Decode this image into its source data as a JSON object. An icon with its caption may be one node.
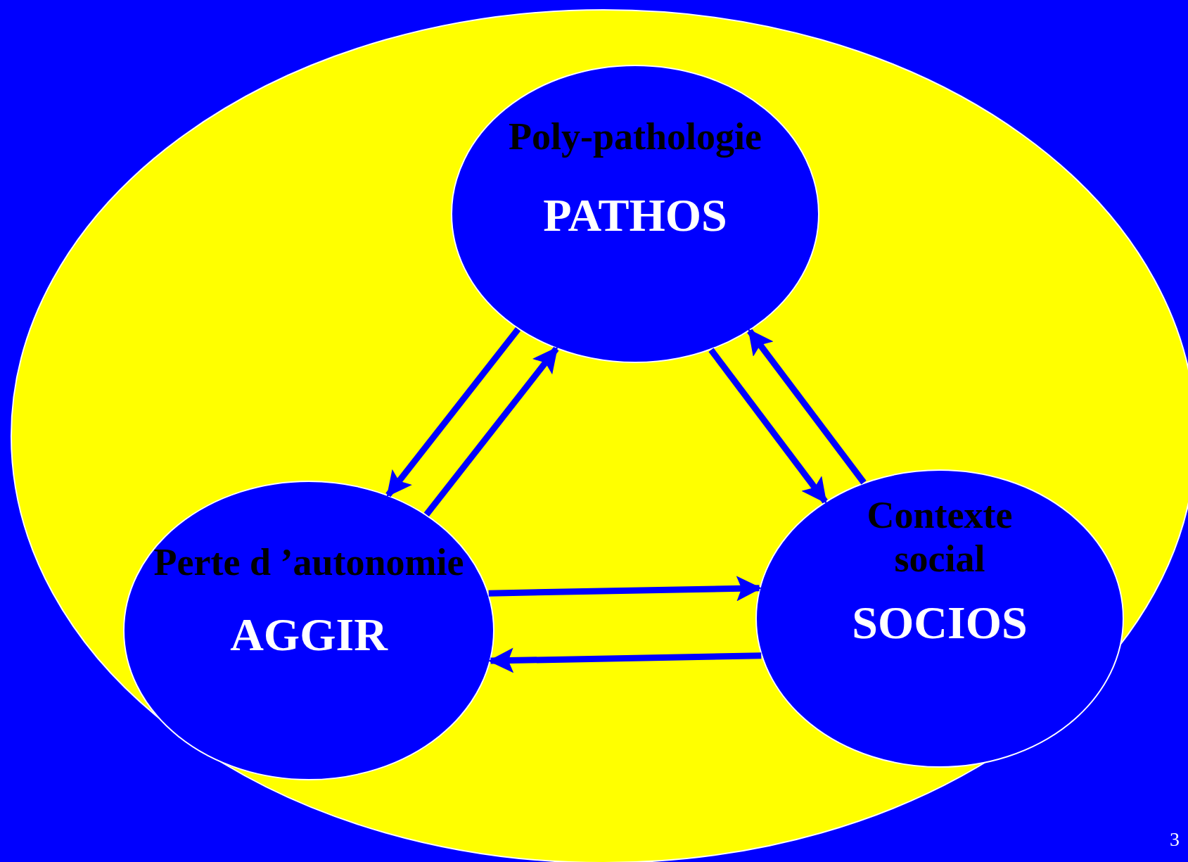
{
  "diagram": {
    "nodes": [
      {
        "text": [
          "Poly-pathologie",
          "PATHOS"
        ]
      },
      {
        "text": [
          "Perte d ’autonomie",
          "AGGIR"
        ]
      },
      {
        "text": [
          "Contexte social",
          "SOCIOS"
        ]
      }
    ],
    "edges": [
      {
        "from": 1,
        "to": 0,
        "arrow": "to"
      },
      {
        "from": 0,
        "to": 1,
        "arrow": "to"
      },
      {
        "from": 0,
        "to": 2,
        "arrow": "to"
      },
      {
        "from": 2,
        "to": 0,
        "arrow": "to"
      },
      {
        "from": 1,
        "to": 2,
        "arrow": "to"
      },
      {
        "from": 2,
        "to": 1,
        "arrow": "to"
      }
    ],
    "labels": [
      "3"
    ]
  }
}
